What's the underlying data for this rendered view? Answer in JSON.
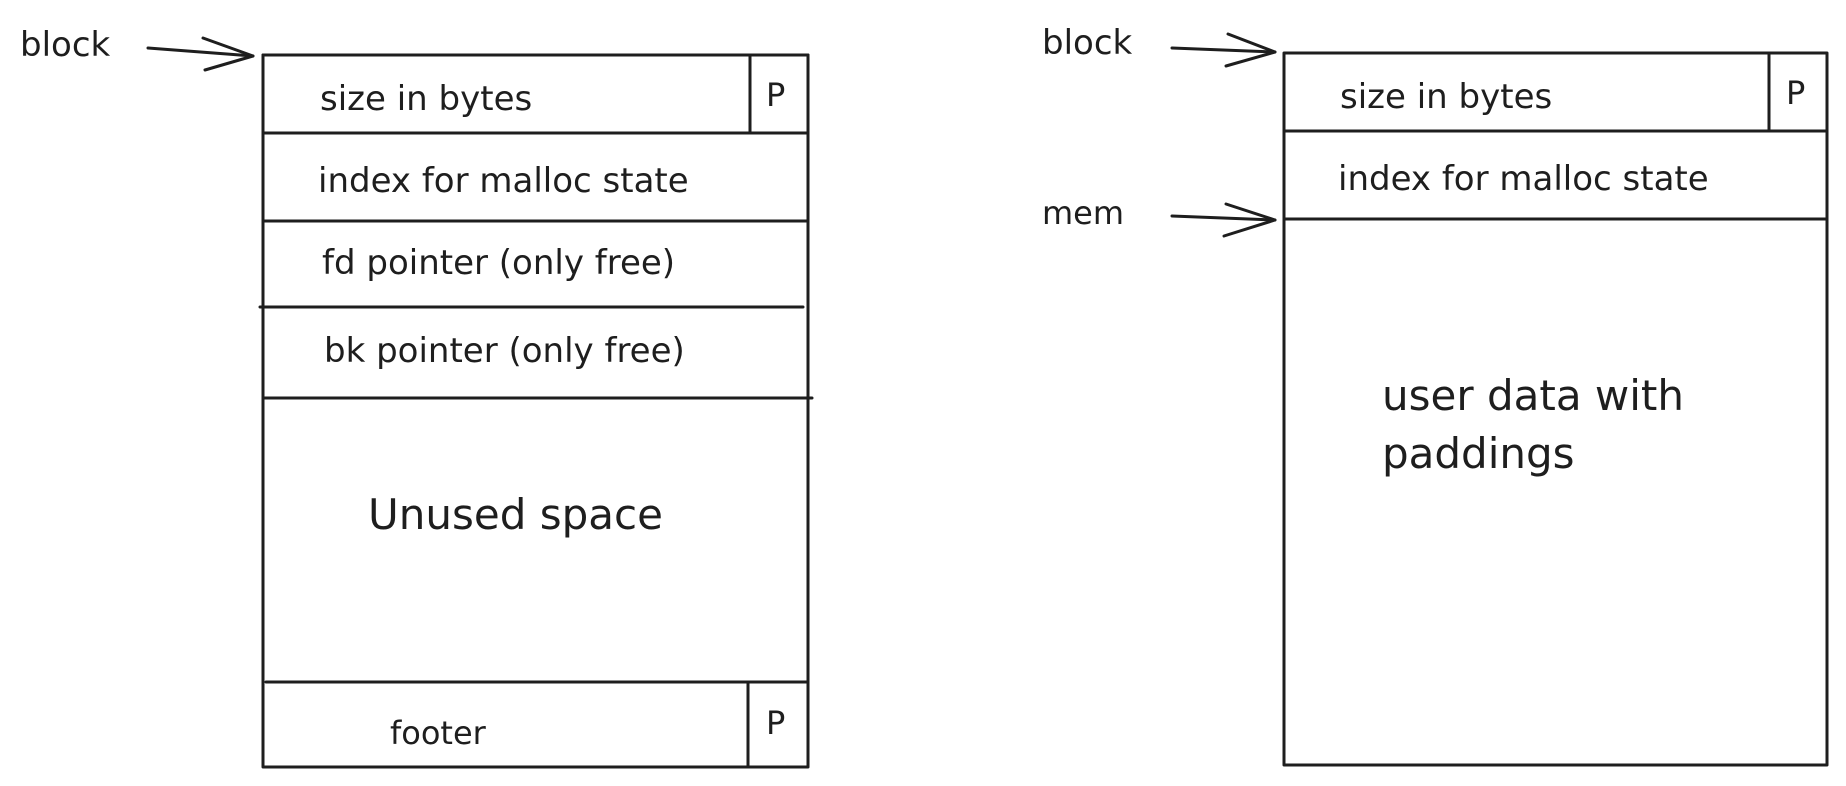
{
  "free_chunk": {
    "pointer_label": "block",
    "fields": {
      "size": "size in bytes",
      "flag": "P",
      "index": "index for malloc state",
      "fd": "fd pointer (only free)",
      "bk": "bk pointer (only free)",
      "unused": "Unused space",
      "footer": "footer",
      "footer_flag": "P"
    }
  },
  "used_chunk": {
    "pointer_label": "block",
    "mem_label": "mem",
    "fields": {
      "size": "size in bytes",
      "flag": "P",
      "index": "index for malloc state",
      "user_data_line1": "user data with",
      "user_data_line2": "paddings"
    }
  }
}
